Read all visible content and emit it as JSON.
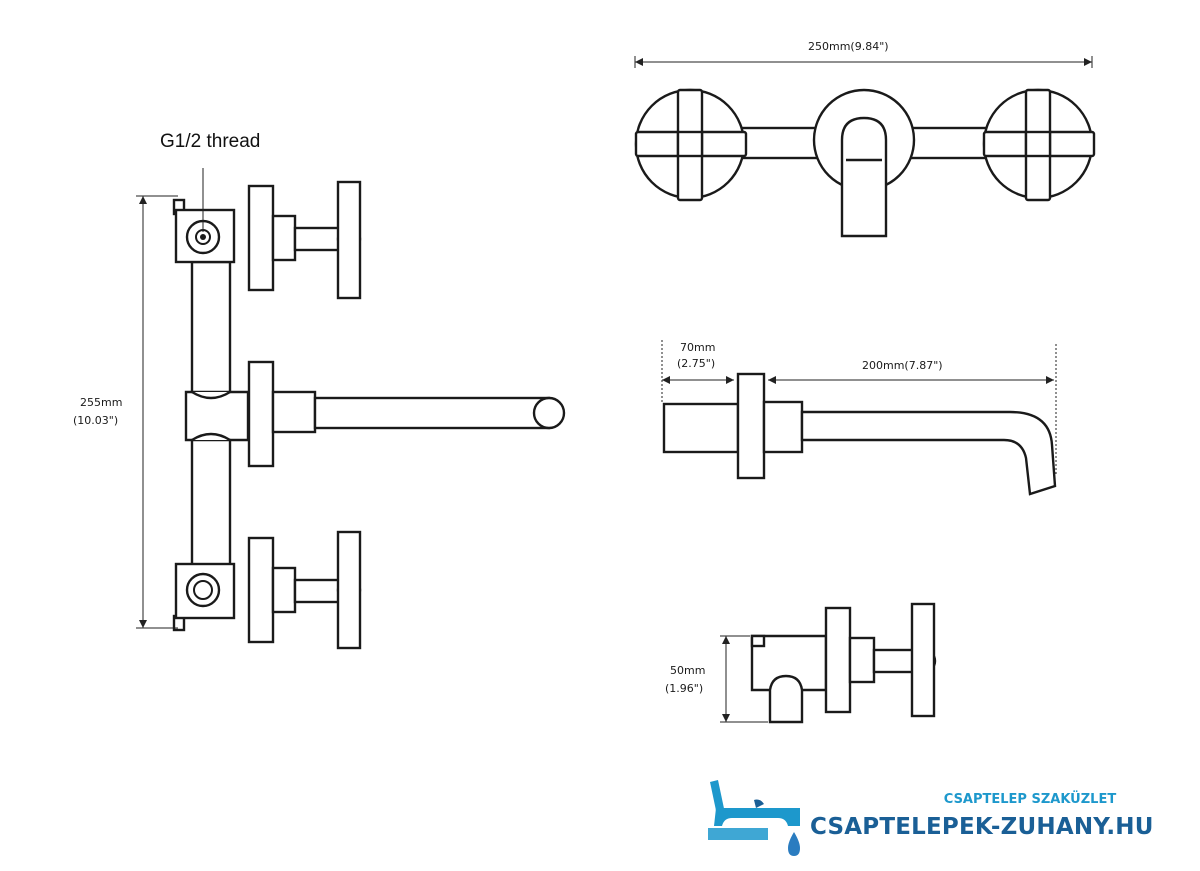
{
  "labels": {
    "thread": "G1/2 thread",
    "height_mm": "255mm",
    "height_in": "(10.03\")",
    "width_label": "250mm(9.84\")",
    "depth_mm": "70mm",
    "depth_in": "(2.75\")",
    "spout_label": "200mm(7.87\")",
    "side_mm": "50mm",
    "side_in": "(1.96\")"
  },
  "watermark": {
    "subtitle": "CSAPTELEP SZAKÜZLET",
    "site": "CSAPTELEPEK-ZUHANY.HU"
  },
  "colors": {
    "line": "#1a1a1a",
    "brand_light": "#1d98cc",
    "brand_dark": "#1a5f96",
    "drop": "#2a7cc0"
  }
}
